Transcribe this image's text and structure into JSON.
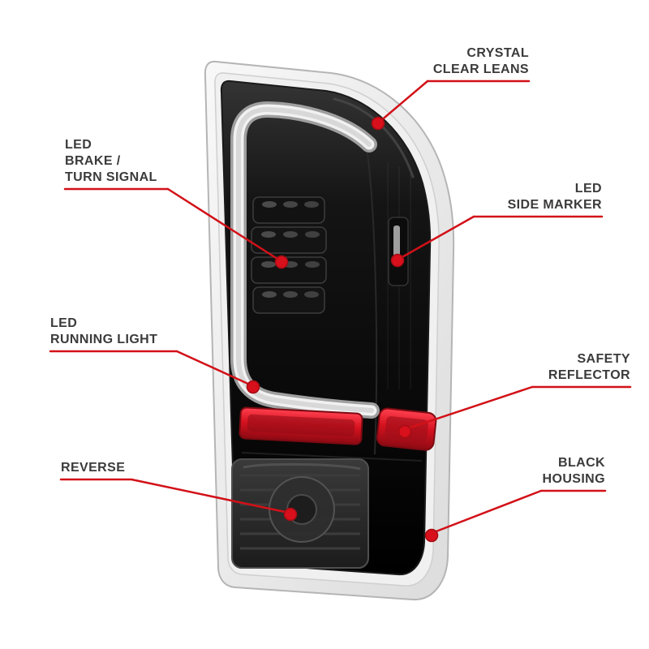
{
  "product": {
    "name": "tail-light-assembly-diagram"
  },
  "colors": {
    "accent_red": "#d21118",
    "label_text": "#3b3b3b",
    "housing_black": "#0a0a0a",
    "lens_gray": "#e8e8e8",
    "reflector_red": "#d6121f",
    "background": "#ffffff"
  },
  "callouts": [
    {
      "id": "crystal-clear-lens",
      "lines": [
        "CRYSTAL",
        "CLEAR LEANS"
      ],
      "side": "right"
    },
    {
      "id": "led-brake-turn-signal",
      "lines": [
        "LED",
        "BRAKE /",
        "TURN SIGNAL"
      ],
      "side": "left"
    },
    {
      "id": "led-side-marker",
      "lines": [
        "LED",
        "SIDE MARKER"
      ],
      "side": "right"
    },
    {
      "id": "led-running-light",
      "lines": [
        "LED",
        "RUNNING LIGHT"
      ],
      "side": "left"
    },
    {
      "id": "safety-reflector",
      "lines": [
        "SAFETY",
        "REFLECTOR"
      ],
      "side": "right"
    },
    {
      "id": "reverse",
      "lines": [
        "REVERSE"
      ],
      "side": "left"
    },
    {
      "id": "black-housing",
      "lines": [
        "BLACK",
        "HOUSING"
      ],
      "side": "right"
    }
  ]
}
